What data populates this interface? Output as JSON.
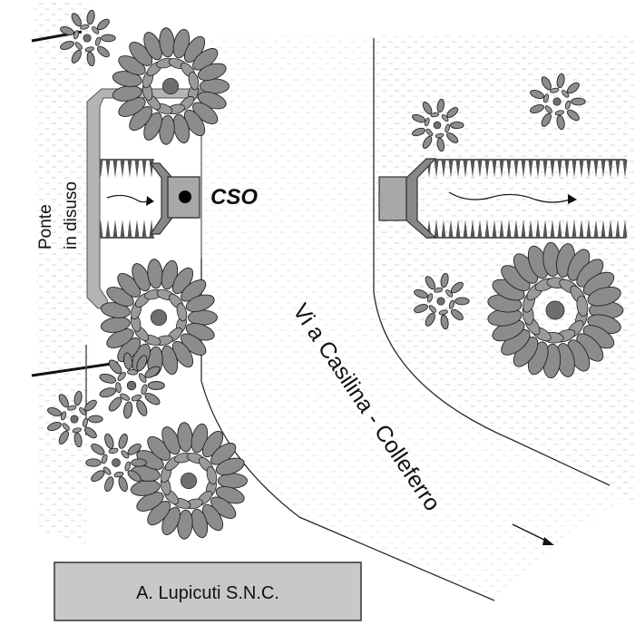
{
  "labels": {
    "bridge_line1": "Ponte",
    "bridge_line2": "in disuso",
    "cso": "CSO",
    "road": "Vi a Casilina - Colleferro",
    "company": "A. Lupicuti S.N.C."
  },
  "icons": {
    "trees": "tree-icon",
    "flow_arrow": "flow-arrow-icon",
    "direction_arrow": "direction-arrow-icon"
  },
  "colors": {
    "tree_fill": "#8c8c8c",
    "bridge_fill": "#b4b4b4",
    "building_fill": "#c8c8c8",
    "outfall_fill": "#a8a8a8",
    "line": "#2b2b2b"
  }
}
